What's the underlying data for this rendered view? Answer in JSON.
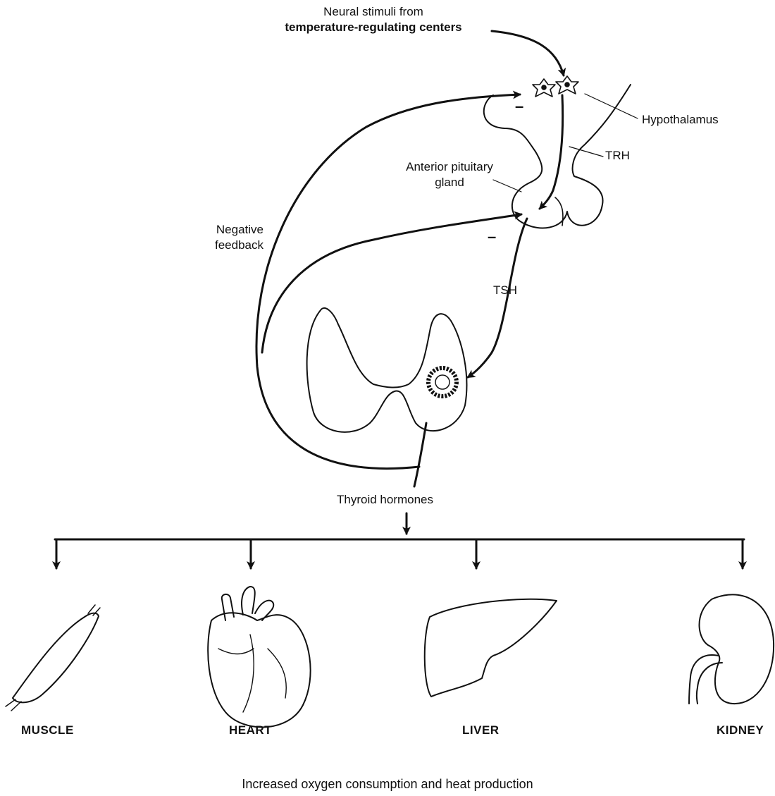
{
  "labels": {
    "neural_line1": "Neural stimuli from",
    "neural_line2": "temperature-regulating centers",
    "hypothalamus": "Hypothalamus",
    "trh": "TRH",
    "pituitary_line1": "Anterior pituitary",
    "pituitary_line2": "gland",
    "negative_line1": "Negative",
    "negative_line2": "feedback",
    "tsh": "TSH",
    "thyroid_hormones": "Thyroid hormones",
    "minus_hypothalamus": "–",
    "minus_pituitary": "–",
    "result": "Increased oxygen consumption and heat production"
  },
  "organs": [
    {
      "id": "muscle",
      "label": "MUSCLE"
    },
    {
      "id": "heart",
      "label": "HEART"
    },
    {
      "id": "liver",
      "label": "LIVER"
    },
    {
      "id": "kidney",
      "label": "KIDNEY"
    }
  ]
}
